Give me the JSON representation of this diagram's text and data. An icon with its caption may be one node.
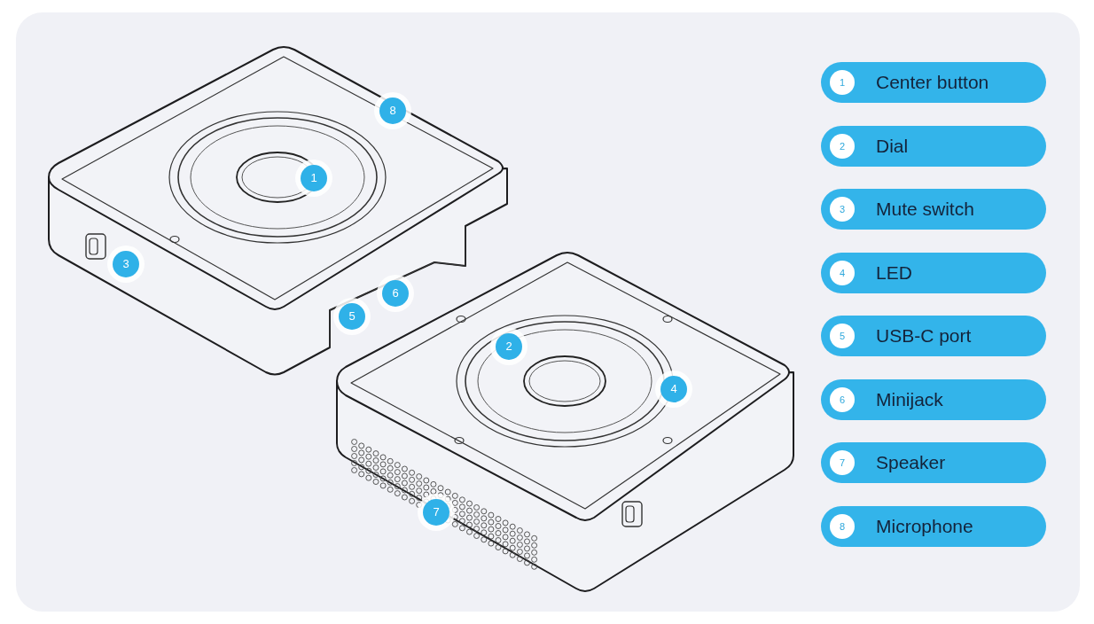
{
  "diagram": {
    "nodes": [
      {
        "text": [
          "1",
          "Center button"
        ]
      },
      {
        "text": [
          "2",
          "Dial"
        ]
      },
      {
        "text": [
          "3",
          "Mute switch"
        ]
      },
      {
        "text": [
          "4",
          "LED"
        ]
      },
      {
        "text": [
          "5",
          "USB-C port"
        ]
      },
      {
        "text": [
          "6",
          "Minijack"
        ]
      },
      {
        "text": [
          "7",
          "Speaker"
        ]
      },
      {
        "text": [
          "8",
          "Microphone"
        ]
      }
    ],
    "labels": [
      "8",
      "1",
      "3",
      "6",
      "5",
      "2",
      "4",
      "7"
    ]
  }
}
